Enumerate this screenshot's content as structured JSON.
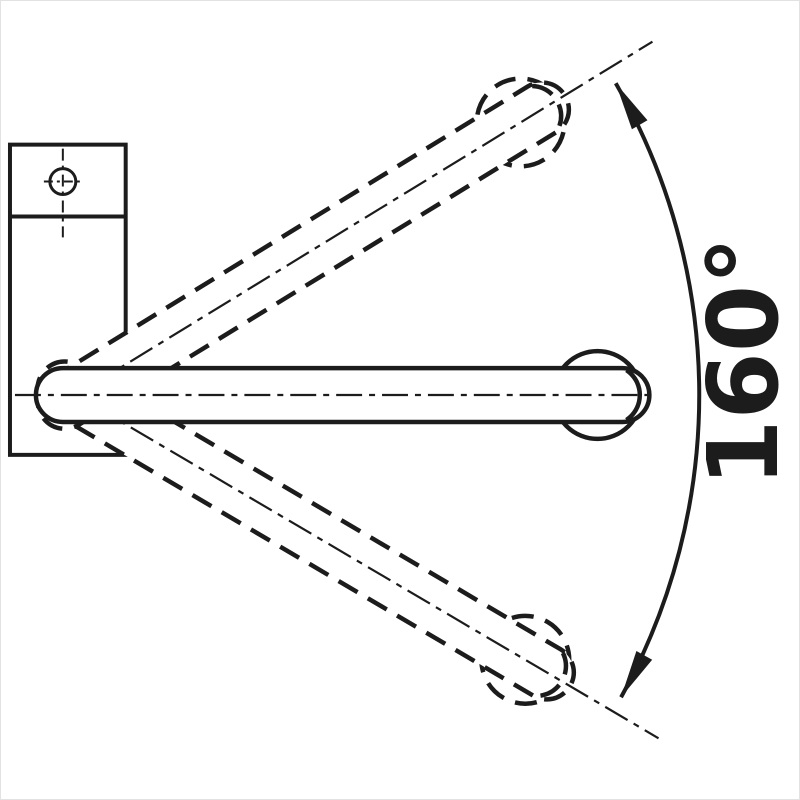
{
  "diagram": {
    "subject": "faucet-swivel-spout-range-top-view",
    "angle_label": "160°",
    "swivel_angle_degrees": 160,
    "colors": {
      "line": "#1c1c1c",
      "background": "#ffffff"
    },
    "elements": {
      "wall_bracket": "wall mounting bracket with screw hole",
      "solid_arm": "spout in horizontal center position",
      "upper_dashed_arm": "spout swivelled to upper end position",
      "lower_dashed_arm": "spout swivelled to lower end position",
      "arc": "swivel range arc with arrowheads at both ends"
    }
  }
}
